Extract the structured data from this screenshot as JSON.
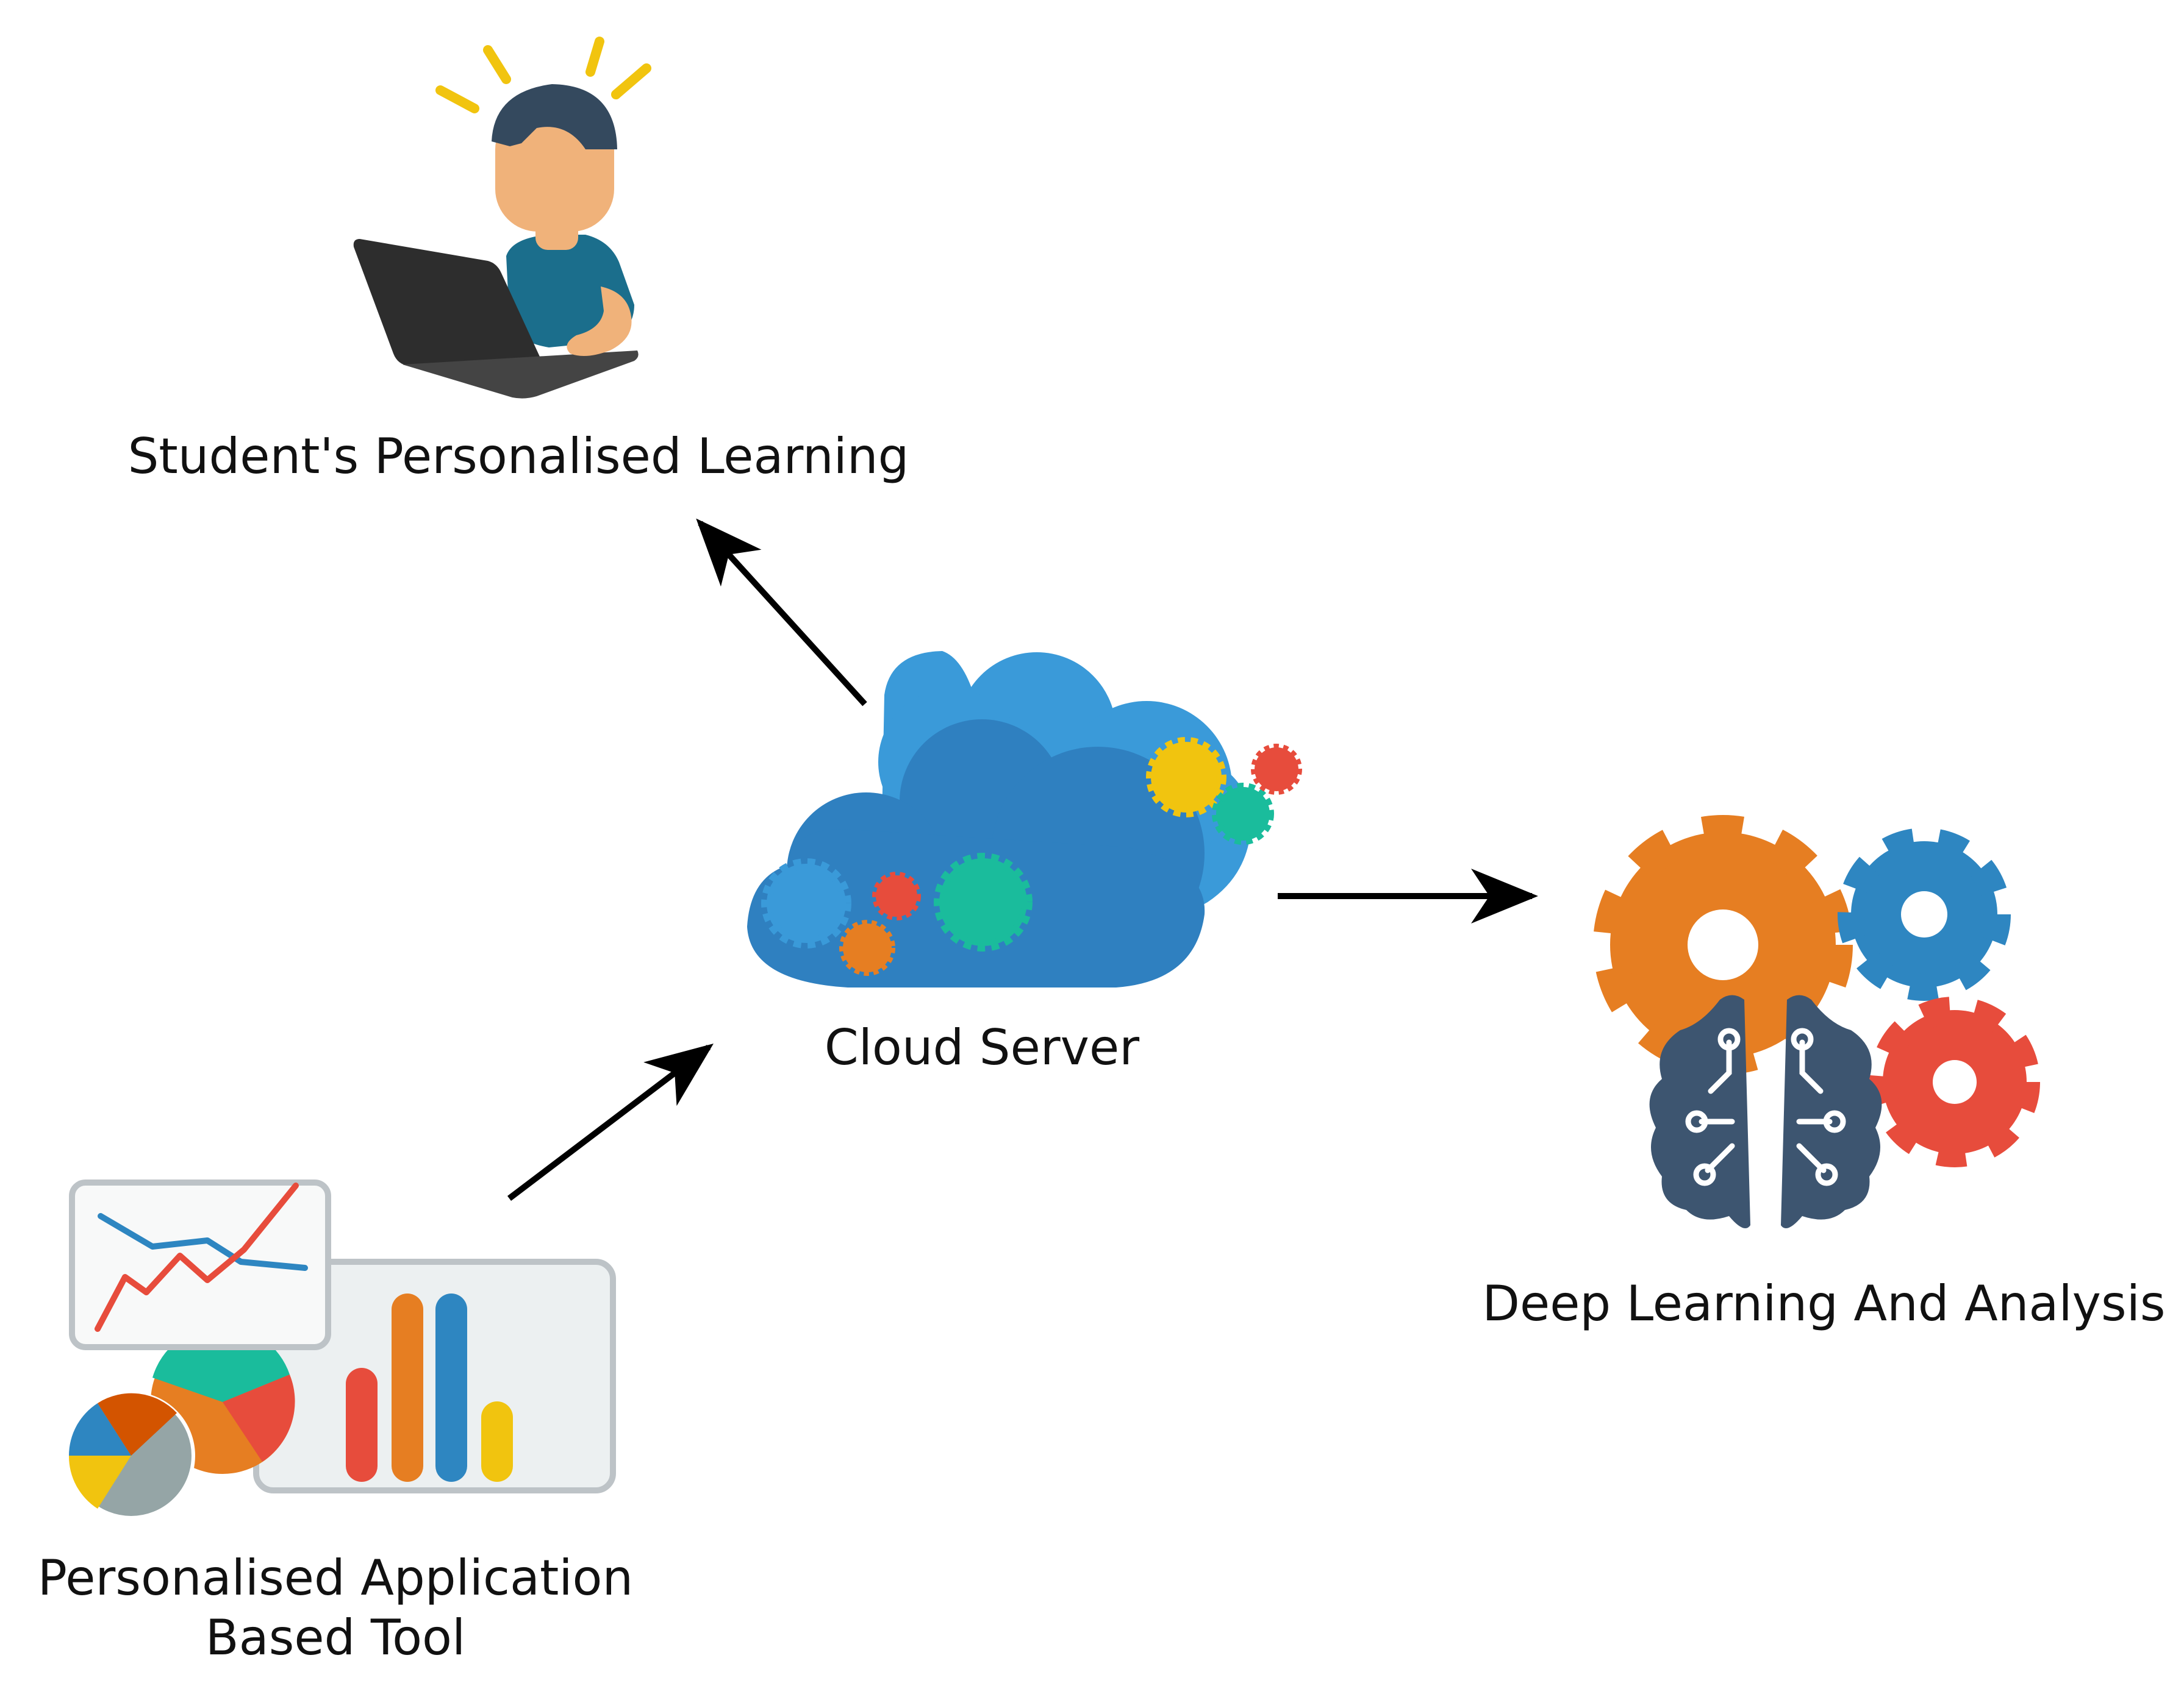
{
  "nodes": {
    "student": {
      "label": "Student's Personalised Learning",
      "icon": "student-laptop-icon"
    },
    "cloud": {
      "label": "Cloud Server",
      "icon": "cloud-gears-icon"
    },
    "deep_learning": {
      "label": "Deep Learning And Analysis",
      "icon": "brain-gears-icon"
    },
    "app_tool": {
      "label_line1": "Personalised Application",
      "label_line2": "Based Tool",
      "icon": "charts-dashboard-icon"
    }
  },
  "edges": [
    {
      "from": "cloud",
      "to": "student"
    },
    {
      "from": "cloud",
      "to": "deep_learning"
    },
    {
      "from": "app_tool",
      "to": "cloud"
    }
  ],
  "colors": {
    "arrow": "#000000",
    "cloud_light": "#3a9ad9",
    "cloud_dark": "#2f80c0",
    "orange": "#e67e22",
    "blue": "#2e86c1",
    "red": "#e74c3c",
    "yellow": "#f1c40f",
    "teal": "#1abc9c",
    "brain": "#3d5570",
    "skin": "#f0b27a",
    "hair": "#34495e",
    "shirt": "#1b6e8c",
    "laptop": "#333333"
  }
}
